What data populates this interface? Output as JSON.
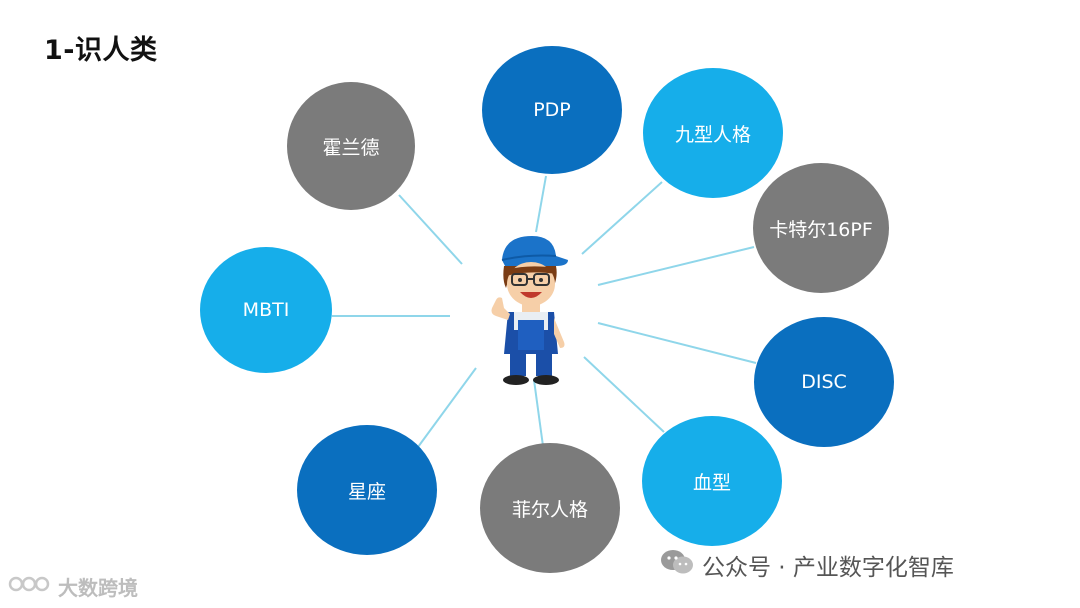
{
  "title": "1-识人类",
  "center": {
    "icon": "thumbs-up-mascot-icon"
  },
  "nodes": [
    {
      "label": "霍兰德",
      "color": "gray"
    },
    {
      "label": "PDP",
      "color": "dark"
    },
    {
      "label": "九型人格",
      "color": "light"
    },
    {
      "label": "卡特尔16PF",
      "color": "gray"
    },
    {
      "label": "MBTI",
      "color": "light"
    },
    {
      "label": "DISC",
      "color": "dark"
    },
    {
      "label": "星座",
      "color": "dark"
    },
    {
      "label": "菲尔人格",
      "color": "gray"
    },
    {
      "label": "血型",
      "color": "light"
    }
  ],
  "watermark_right": {
    "icon": "wechat-icon",
    "text": "公众号 · 产业数字化智库"
  },
  "watermark_left": {
    "icon": "logo-icon",
    "text": "大数跨境"
  },
  "colors": {
    "gray": "#7b7b7b",
    "dark": "#0a6fbf",
    "light": "#16aeea",
    "line": "#8fd6ea"
  }
}
